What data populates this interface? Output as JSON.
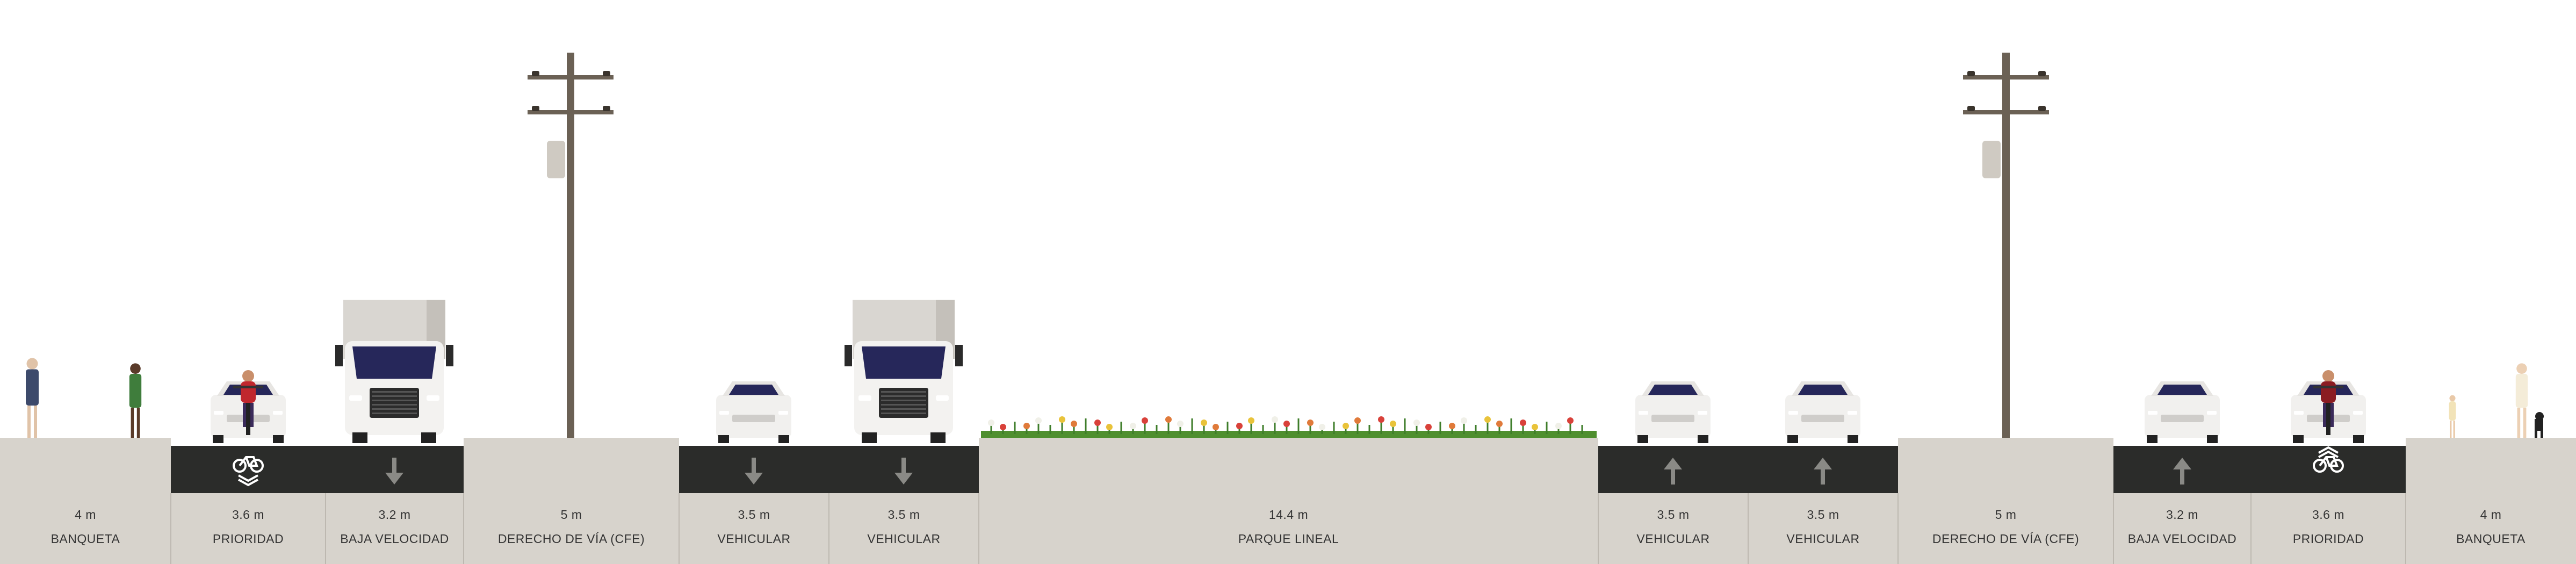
{
  "segments": [
    {
      "width": "4 m",
      "name": "BANQUETA",
      "kind": "sidewalk"
    },
    {
      "width": "3.6 m",
      "name": "PRIORIDAD",
      "kind": "lane"
    },
    {
      "width": "3.2 m",
      "name": "BAJA VELOCIDAD",
      "kind": "lane"
    },
    {
      "width": "5 m",
      "name": "DERECHO DE VÍA (CFE)",
      "kind": "row"
    },
    {
      "width": "3.5 m",
      "name": "VEHICULAR",
      "kind": "lane"
    },
    {
      "width": "3.5 m",
      "name": "VEHICULAR",
      "kind": "lane"
    },
    {
      "width": "14.4 m",
      "name": "PARQUE LINEAL",
      "kind": "park"
    },
    {
      "width": "3.5 m",
      "name": "VEHICULAR",
      "kind": "lane"
    },
    {
      "width": "3.5 m",
      "name": "VEHICULAR",
      "kind": "lane"
    },
    {
      "width": "5 m",
      "name": "DERECHO DE VÍA (CFE)",
      "kind": "row"
    },
    {
      "width": "3.2 m",
      "name": "BAJA VELOCIDAD",
      "kind": "lane"
    },
    {
      "width": "3.6 m",
      "name": "PRIORIDAD",
      "kind": "lane"
    },
    {
      "width": "4 m",
      "name": "BANQUETA",
      "kind": "sidewalk"
    }
  ],
  "colors": {
    "ground": "#d7d3cc",
    "asphalt": "#2b2c2a",
    "arrow": "#8a8a86",
    "pole": "#6b6155",
    "text": "#333333",
    "divider": "#bdb8b0"
  },
  "icons": {
    "pedestrians": "pedestrian-icon",
    "vehicles": "car-icon",
    "trucks": "truck-icon",
    "bicycle": "bicycle-marking-icon",
    "pole": "utility-pole-icon",
    "flowers": "flower-icon"
  }
}
